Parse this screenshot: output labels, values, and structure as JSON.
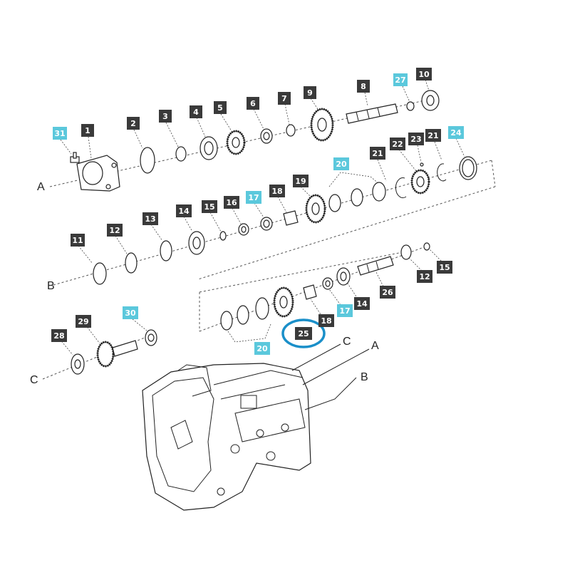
{
  "colors": {
    "callout_dark": "#3a3a3a",
    "callout_cyan": "#5bc8dc",
    "highlight_ring": "#1a8fc9",
    "line": "#222222"
  },
  "axis_letters": {
    "a": "A",
    "b": "B",
    "c": "C"
  },
  "housing_letters": {
    "a": "A",
    "b": "B",
    "c": "C"
  },
  "callouts": {
    "c1": "1",
    "c2": "2",
    "c3": "3",
    "c4": "4",
    "c5": "5",
    "c6": "6",
    "c7": "7",
    "c8": "8",
    "c9": "9",
    "c10": "10",
    "c27": "27",
    "c31": "31",
    "c20a": "20",
    "c21a": "21",
    "c22": "22",
    "c23": "23",
    "c21b": "21",
    "c24": "24",
    "c11": "11",
    "c12a": "12",
    "c13": "13",
    "c14a": "14",
    "c15a": "15",
    "c16": "16",
    "c17a": "17",
    "c18a": "18",
    "c19": "19",
    "c12b": "12",
    "c15b": "15",
    "c26": "26",
    "c14b": "14",
    "c17b": "17",
    "c18b": "18",
    "c25": "25",
    "c20b": "20",
    "c28": "28",
    "c29": "29",
    "c30": "30"
  }
}
